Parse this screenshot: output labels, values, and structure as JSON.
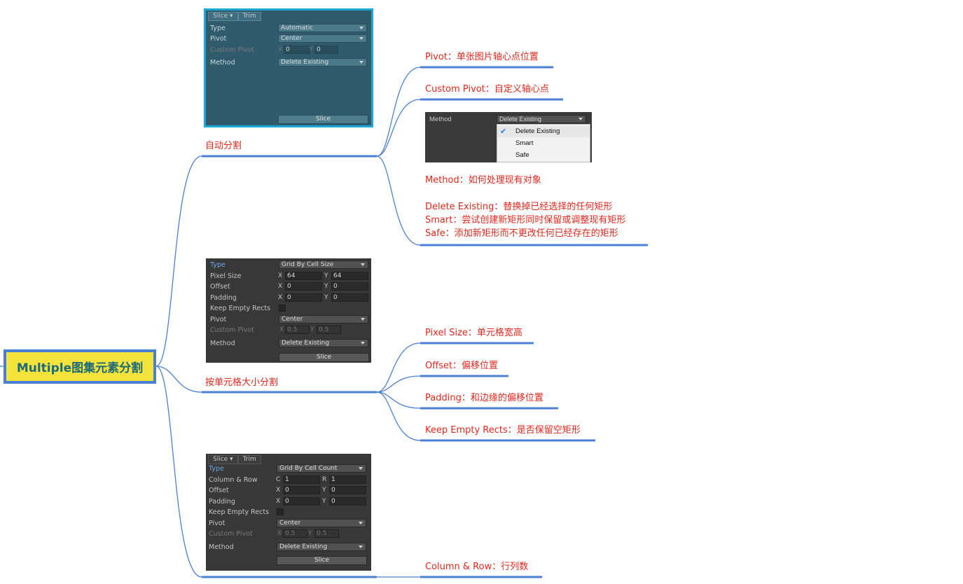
{
  "root": {
    "title": "Multiple图集元素分割"
  },
  "colors": {
    "connector": "#4a7fd6",
    "label": "#e0271d",
    "root_bg": "#f3e33a",
    "root_text": "#1d6a78"
  },
  "branches": [
    {
      "label": "自动分割",
      "panel": {
        "tabs": [
          "Slice ▾",
          "Trim"
        ],
        "rows": [
          {
            "label": "Type",
            "value": "Automatic"
          },
          {
            "label": "Pivot",
            "value": "Center"
          },
          {
            "label": "Custom Pivot",
            "x": "0",
            "y": "0"
          },
          {
            "label": "Method",
            "value": "Delete Existing"
          }
        ],
        "button": "Slice"
      },
      "leaves": [
        {
          "text": "Pivot：单张图片轴心点位置"
        },
        {
          "text": "Custom Pivot：自定义轴心点"
        },
        {
          "method_shot": {
            "label": "Method",
            "value": "Delete Existing",
            "options": [
              "Delete Existing",
              "Smart",
              "Safe"
            ]
          },
          "lines": [
            "Method：如何处理现有对象",
            "",
            "Delete Existing：替换掉已经选择的任何矩形",
            "Smart：尝试创建新矩形同时保留或调整现有矩形",
            "Safe：添加新矩形而不更改任何已经存在的矩形"
          ]
        }
      ]
    },
    {
      "label": "按单元格大小分割",
      "panel": {
        "rows": [
          {
            "label": "Type",
            "value": "Grid By Cell Size"
          },
          {
            "label": "Pixel Size",
            "ax": "X",
            "x": "64",
            "ay": "Y",
            "y": "64"
          },
          {
            "label": "Offset",
            "ax": "X",
            "x": "0",
            "ay": "Y",
            "y": "0"
          },
          {
            "label": "Padding",
            "ax": "X",
            "x": "0",
            "ay": "Y",
            "y": "0"
          },
          {
            "label": "Keep Empty Rects"
          },
          {
            "label": "Pivot",
            "value": "Center"
          },
          {
            "label": "Custom Pivot",
            "ax": "X",
            "x": "0.5",
            "ay": "Y",
            "y": "0.5"
          },
          {
            "label": "Method",
            "value": "Delete Existing"
          }
        ],
        "button": "Slice"
      },
      "leaves": [
        {
          "text": "Pixel Size：单元格宽高"
        },
        {
          "text": "Offset：偏移位置"
        },
        {
          "text": "Padding：和边缘的偏移位置"
        },
        {
          "text": "Keep Empty Rects：是否保留空矩形"
        }
      ]
    },
    {
      "label": "",
      "panel": {
        "tabs": [
          "Slice ▾",
          "Trim"
        ],
        "rows": [
          {
            "label": "Type",
            "value": "Grid By Cell Count"
          },
          {
            "label": "Column & Row",
            "ax": "C",
            "x": "1",
            "ay": "R",
            "y": "1"
          },
          {
            "label": "Offset",
            "ax": "X",
            "x": "0",
            "ay": "Y",
            "y": "0"
          },
          {
            "label": "Padding",
            "ax": "X",
            "x": "0",
            "ay": "Y",
            "y": "0"
          },
          {
            "label": "Keep Empty Rects"
          },
          {
            "label": "Pivot",
            "value": "Center"
          },
          {
            "label": "Custom Pivot",
            "ax": "X",
            "x": "0.5",
            "ay": "Y",
            "y": "0.5"
          },
          {
            "label": "Method",
            "value": "Delete Existing"
          }
        ],
        "button": "Slice"
      },
      "leaves": [
        {
          "text": "Column & Row：行列数"
        }
      ]
    }
  ]
}
